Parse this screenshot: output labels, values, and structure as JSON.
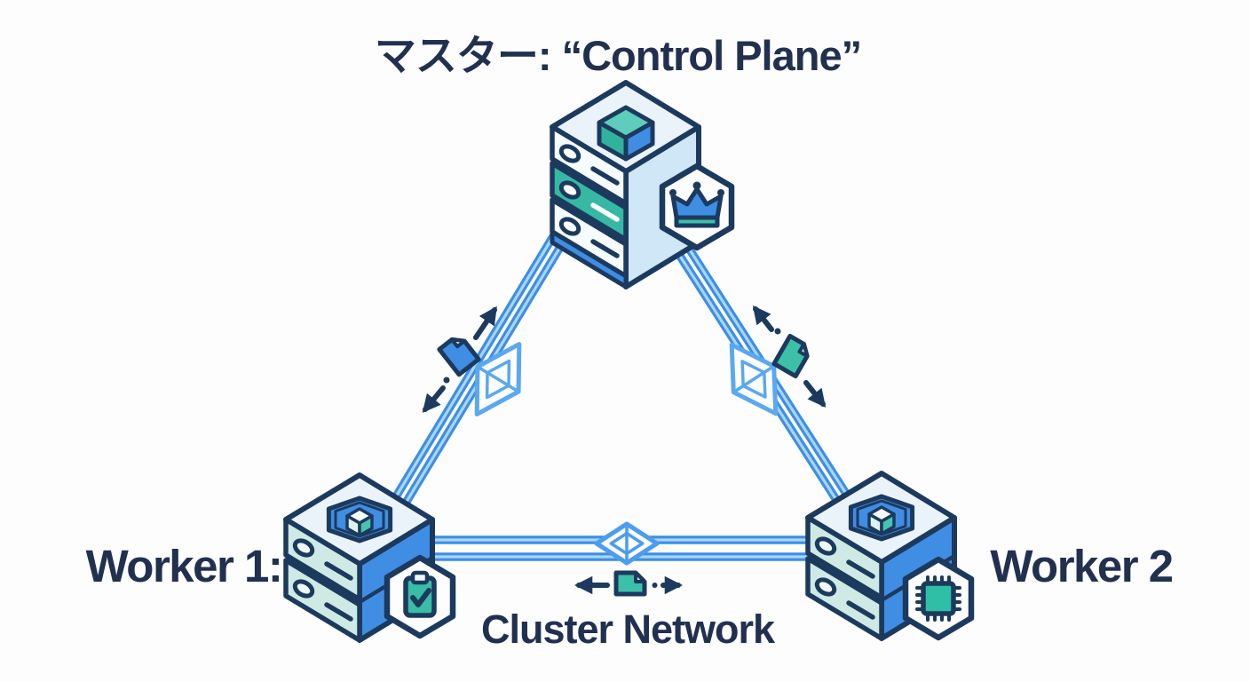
{
  "title": "マスター: “Control Plane”",
  "nodes": {
    "master": {
      "badge_icon": "crown-icon"
    },
    "worker1": {
      "label": "Worker 1:",
      "badge_icon": "clipboard-check-icon"
    },
    "worker2": {
      "label": "Worker 2",
      "badge_icon": "cpu-chip-icon"
    }
  },
  "network": {
    "label": "Cluster Network"
  },
  "colors": {
    "outline_navy": "#1c3a5e",
    "text_navy": "#223050",
    "link_blue": "#3d8ee6",
    "link_blue_light": "#a9d6f8",
    "packet_diamond_blue": "#5aa8f0",
    "node_blue": "#3f8ee4",
    "teal": "#35b9a2",
    "teal_bright": "#3cc0a8",
    "mint": "#cfeae4",
    "panel_light": "#e9f3f9",
    "master_side_light_blue": "#cfe7f6",
    "background": "#fdfdfe"
  }
}
